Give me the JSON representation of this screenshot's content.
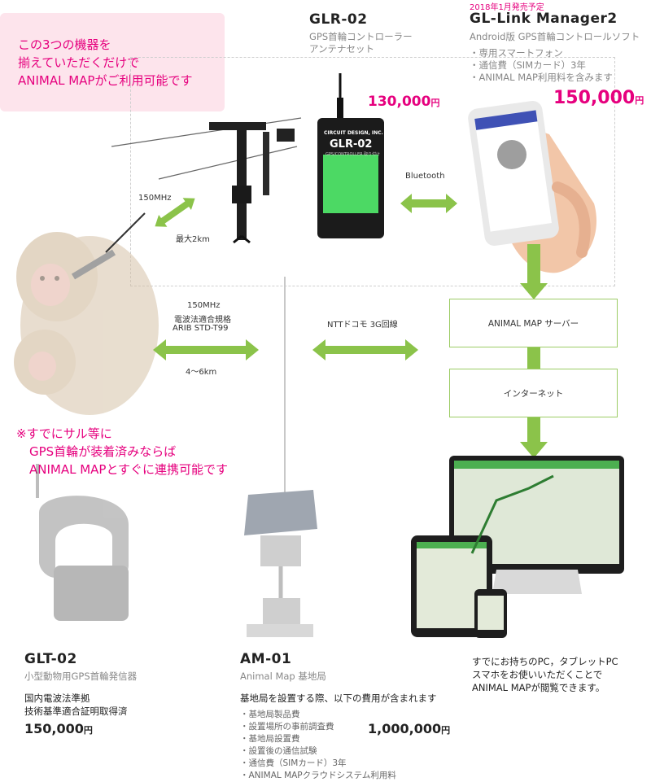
{
  "notice": {
    "lines": [
      "この3つの機器を",
      "揃えていただくだけで",
      "ANIMAL MAPがご利用可能です"
    ]
  },
  "glr02": {
    "title": "GLR-02",
    "subtitle_lines": [
      "GPS首輪コントローラー",
      "アンテナセット"
    ],
    "price": "130,000",
    "yen": "円",
    "device_brand": "CIRCUIT DESIGN, INC.",
    "device_model": "GLR-02",
    "device_caption": "GPS/CONTROLLER 取り付け"
  },
  "gllink": {
    "release": "2018年1月発売予定",
    "title": "GL-Link Manager2",
    "subtitle": "Android版 GPS首輪コントロールソフト",
    "bullets": [
      "・専用スマートフォン",
      "・通信費（SIMカード）3年",
      "・ANIMAL MAP利用料を含みます"
    ],
    "price": "150,000",
    "yen": "円"
  },
  "links": {
    "bluetooth": "Bluetooth",
    "mhz150_top": "150MHz",
    "max2km": "最大2km",
    "mhz150_mid": "150MHz",
    "radio_std1": "電波法適合規格",
    "radio_std2": "ARIB STD-T99",
    "range_4_6": "4〜6km",
    "ntt": "NTTドコモ 3G回線"
  },
  "flow": {
    "server": "ANIMAL MAP サーバー",
    "internet": "インターネット"
  },
  "collar_note": {
    "lines": [
      "※すでにサル等に",
      "GPS首輪が装着済みならば",
      "ANIMAL MAPとすぐに連携可能です"
    ]
  },
  "glt02": {
    "title": "GLT-02",
    "subtitle": "小型動物用GPS首輪発信器",
    "desc_lines": [
      "国内電波法準拠",
      "技術基準適合証明取得済"
    ],
    "price": "150,000",
    "yen": "円"
  },
  "am01": {
    "title": "AM-01",
    "subtitle": "Animal Map 基地局",
    "desc": "基地局を設置する際、以下の費用が含まれます",
    "items": [
      "・基地局製品費",
      "・設置場所の事前調査費",
      "・基地局設置費",
      "・設置後の通信試験",
      "・通信費（SIMカード）3年",
      "・ANIMAL MAPクラウドシステム利用料"
    ],
    "price": "1,000,000",
    "yen": "円"
  },
  "devices_note": {
    "lines": [
      "すでにお持ちのPC，タブレットPC",
      "スマホをお使いいただくことで",
      "ANIMAL MAPが閲覧できます。"
    ]
  },
  "colors": {
    "accent_pink": "#e6007e",
    "arrow_green": "#8bc34a",
    "notice_bg": "#fde4ec"
  }
}
